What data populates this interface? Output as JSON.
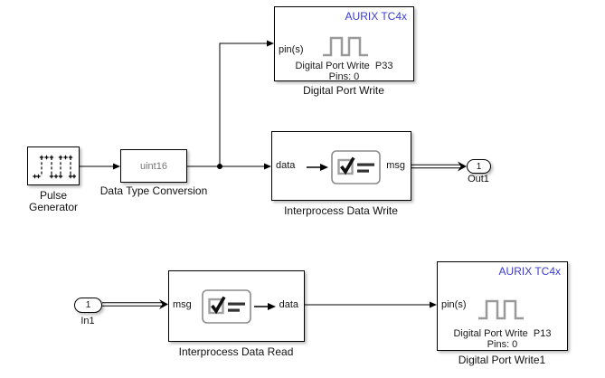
{
  "diagram": {
    "type": "simulink-block-diagram",
    "colors": {
      "background": "#ffffff",
      "vendor_text_blue": "#3B3BD1",
      "mask_icon_gray": "#999999",
      "wire_black": "#000000"
    }
  },
  "blocks": {
    "pulse_generator": {
      "icon": "pulse-train-icon",
      "label_line1": "Pulse",
      "label_line2": "Generator"
    },
    "data_type_conversion": {
      "value": "uint16",
      "label": "Data Type Conversion"
    },
    "digital_port_write": {
      "vendor": "AURIX TC4x",
      "port_in": "pin(s)",
      "icon": "square-wave-icon",
      "mask_line1": "Digital Port Write  P33",
      "mask_line2": "Pins: 0",
      "label": "Digital Port Write"
    },
    "interprocess_data_write": {
      "port_in": "data",
      "port_out": "msg",
      "icon": "message-checkbox-icon",
      "label": "Interprocess Data Write"
    },
    "out1": {
      "number": "1",
      "label": "Out1"
    },
    "in1": {
      "number": "1",
      "label": "In1"
    },
    "interprocess_data_read": {
      "port_in": "msg",
      "port_out": "data",
      "icon": "message-checkbox-icon",
      "label": "Interprocess Data Read"
    },
    "digital_port_write1": {
      "vendor": "AURIX TC4x",
      "port_in": "pin(s)",
      "icon": "square-wave-icon",
      "mask_line1": "Digital Port Write  P13",
      "mask_line2": "Pins: 0",
      "label": "Digital Port Write1"
    }
  }
}
